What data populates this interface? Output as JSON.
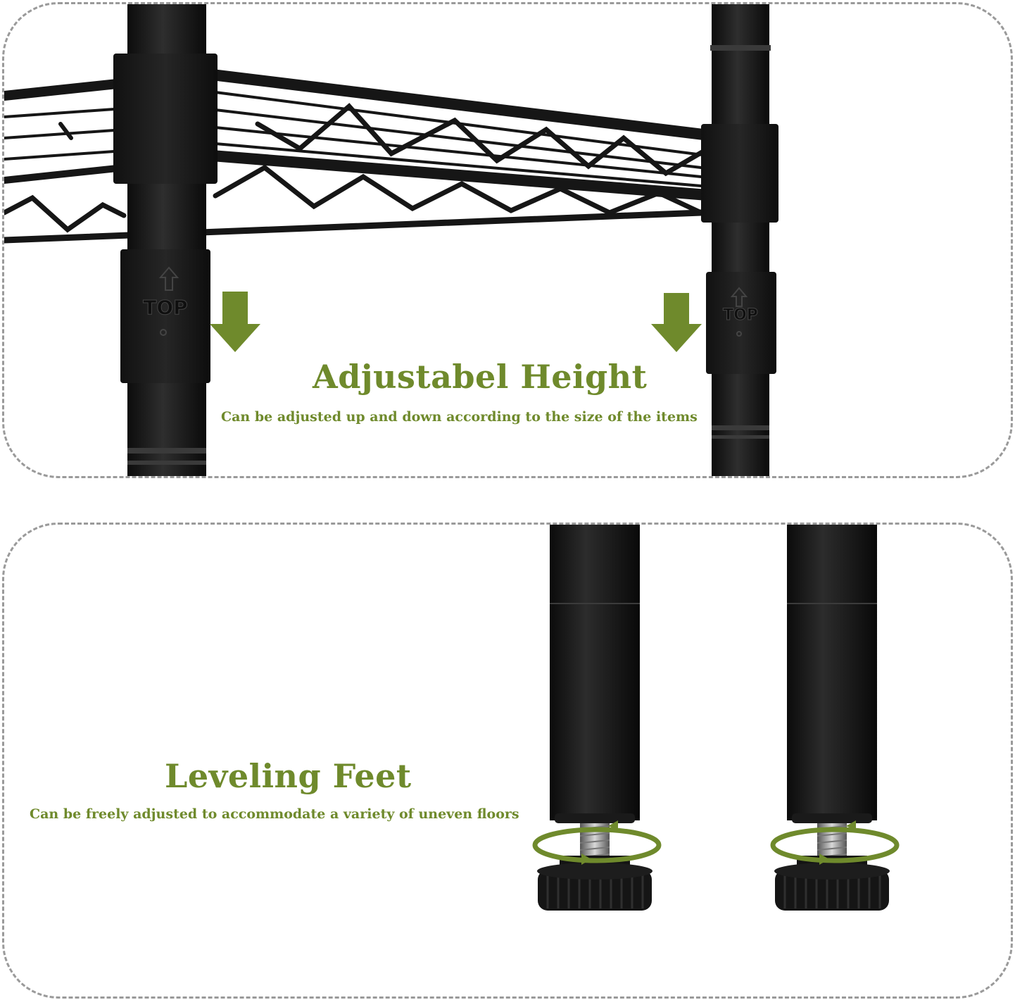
{
  "sections": [
    {
      "title": "Adjustabel Height",
      "description": "Can be adjusted up and down according to the size of the items",
      "pole_marking": "TOP"
    },
    {
      "title": "Leveling Feet",
      "description": "Can be freely adjusted to accommodate a variety of uneven floors"
    }
  ],
  "colors": {
    "accent": "#6f8a2c",
    "frame": "#9a9a9a",
    "metal": "#1b1b1b"
  }
}
